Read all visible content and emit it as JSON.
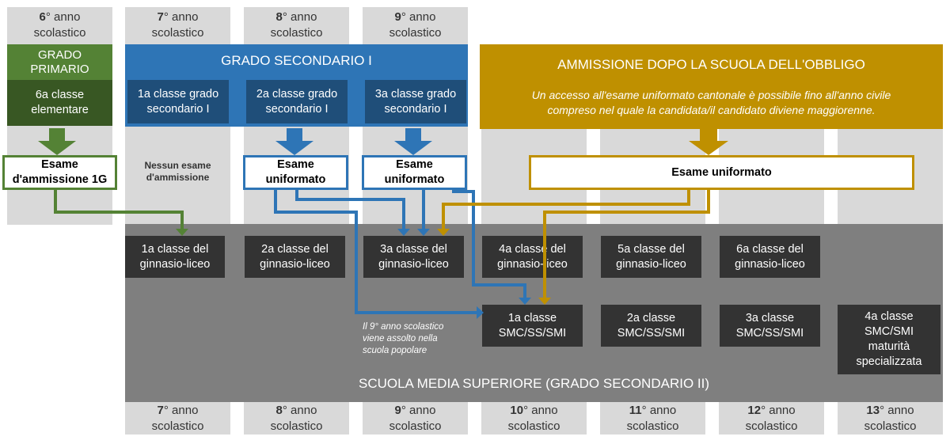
{
  "years_top": [
    {
      "num": "6",
      "rest": "° anno",
      "line2": "scolastico"
    },
    {
      "num": "7",
      "rest": "° anno",
      "line2": "scolastico"
    },
    {
      "num": "8",
      "rest": "° anno",
      "line2": "scolastico"
    },
    {
      "num": "9",
      "rest": "° anno",
      "line2": "scolastico"
    }
  ],
  "years_bottom": [
    {
      "num": "7",
      "rest": "° anno",
      "line2": "scolastico"
    },
    {
      "num": "8",
      "rest": "° anno",
      "line2": "scolastico"
    },
    {
      "num": "9",
      "rest": "° anno",
      "line2": "scolastico"
    },
    {
      "num": "10",
      "rest": "° anno",
      "line2": "scolastico"
    },
    {
      "num": "11",
      "rest": "° anno",
      "line2": "scolastico"
    },
    {
      "num": "12",
      "rest": "° anno",
      "line2": "scolastico"
    },
    {
      "num": "13",
      "rest": "° anno",
      "line2": "scolastico"
    }
  ],
  "primary": {
    "header": "GRADO\nPRIMARIO",
    "cell": "6a classe\nelementare",
    "exam": "Esame\nd'ammissione 1G",
    "color": "#548235"
  },
  "secondary1": {
    "header": "GRADO SECONDARIO I",
    "cells": [
      "1a classe grado\nsecondario I",
      "2a classe grado\nsecondario I",
      "3a classe grado\nsecondario I"
    ],
    "no_exam": "Nessun esame\nd'ammissione",
    "exam": "Esame\nuniformato",
    "color": "#2e75b6"
  },
  "admission": {
    "header": "AMMISSIONE DOPO LA SCUOLA DELL'OBBLIGO",
    "text": "Un accesso all'esame uniformato cantonale è possibile fino all'anno civile\ncompreso nel quale la candidata/il candidato diviene maggiorenne.",
    "exam": "Esame uniformato",
    "color": "#bf9000"
  },
  "liceo": [
    "1a classe del\nginnasio-liceo",
    "2a classe del\nginnasio-liceo",
    "3a classe del\nginnasio-liceo",
    "4a classe del\nginnasio-liceo",
    "5a classe del\nginnasio-liceo",
    "6a classe del\nginnasio-liceo"
  ],
  "smc": [
    "1a classe\nSMC/SS/SMI",
    "2a classe\nSMC/SS/SMI",
    "3a classe\nSMC/SS/SMI",
    "4a classe\nSMC/SMI\nmaturità\nspecializzata"
  ],
  "note": "Il 9° anno scolastico\nviene assolto nella\nscuola popolare",
  "upper_school": "SCUOLA MEDIA SUPERIORE (GRADO SECONDARIO II)"
}
